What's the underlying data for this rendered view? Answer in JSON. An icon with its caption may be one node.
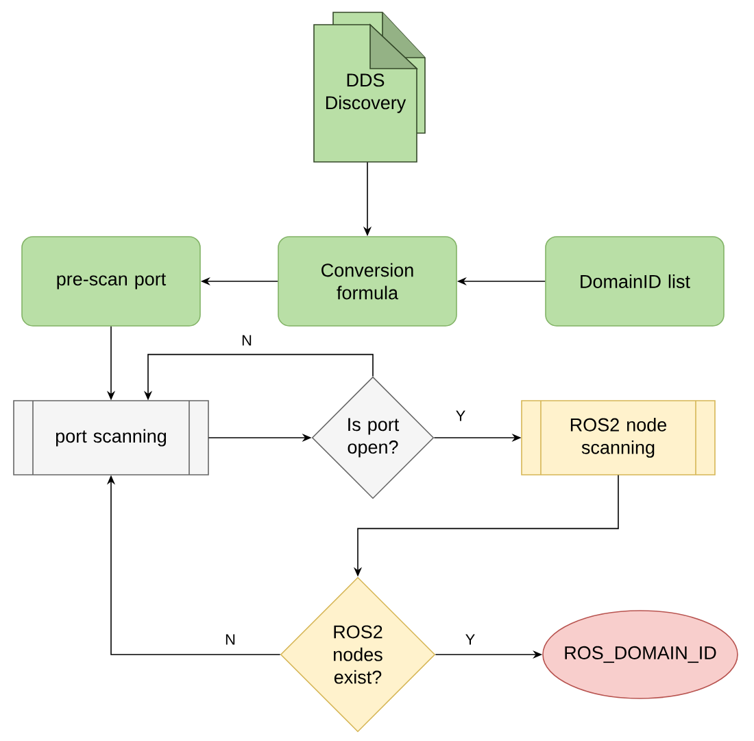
{
  "diagram": {
    "nodes": [
      {
        "text": [
          "DDS Discovery"
        ]
      },
      {
        "text": [
          "Conversion formula"
        ]
      },
      {
        "text": [
          "pre-scan port"
        ]
      },
      {
        "text": [
          "DomainID list"
        ]
      },
      {
        "text": [
          "port scanning"
        ]
      },
      {
        "text": [
          "Is port open?"
        ]
      },
      {
        "text": [
          "ROS2 node scanning"
        ]
      },
      {
        "text": [
          "ROS2 nodes exist?"
        ]
      },
      {
        "text": [
          "ROS_DOMAIN_ID"
        ]
      }
    ],
    "edges": [
      {
        "from": 0,
        "to": 1,
        "arrow": "to"
      },
      {
        "from": 1,
        "to": 2,
        "arrow": "to"
      },
      {
        "from": 3,
        "to": 1,
        "arrow": "to"
      },
      {
        "from": 2,
        "to": 4,
        "arrow": "to"
      },
      {
        "from": 5,
        "to": 4,
        "arrow": "to",
        "label": "N"
      },
      {
        "from": 4,
        "to": 5,
        "arrow": "to"
      },
      {
        "from": 5,
        "to": 6,
        "arrow": "to",
        "label": "Y"
      },
      {
        "from": 6,
        "to": 7,
        "arrow": "to"
      },
      {
        "from": 7,
        "to": 4,
        "arrow": "to",
        "label": "N"
      },
      {
        "from": 7,
        "to": 8,
        "arrow": "to",
        "label": "Y"
      }
    ]
  }
}
